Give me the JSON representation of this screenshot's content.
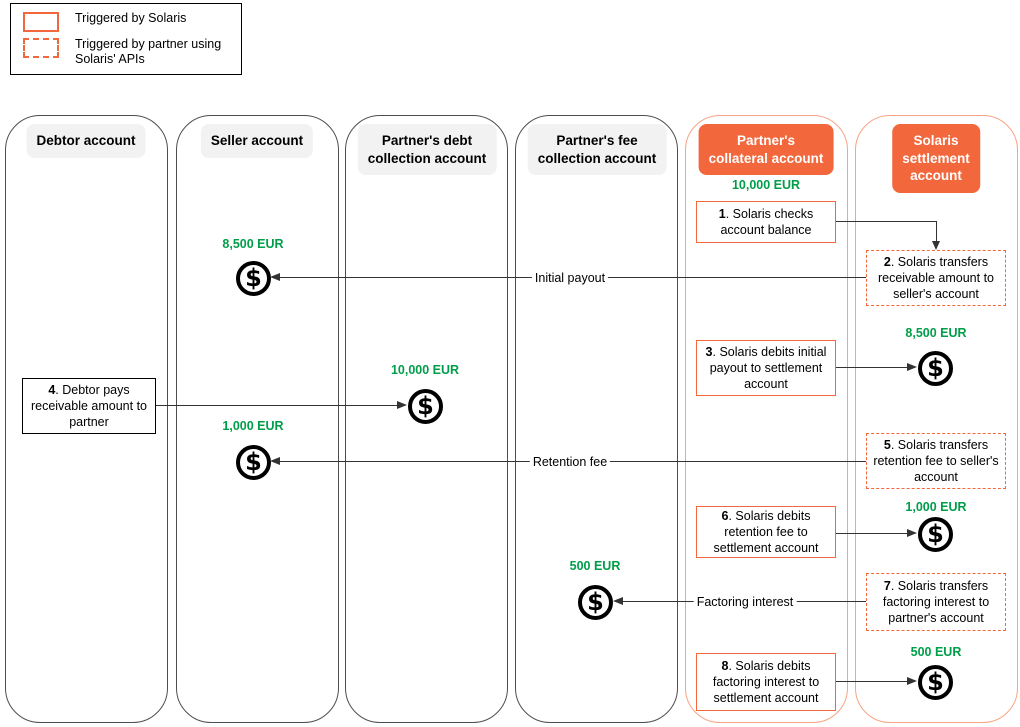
{
  "colors": {
    "accent_orange": "#F2673C",
    "lane_orange": "#F7A384",
    "amount_green": "#009E49",
    "header_gray": "#F2F2F2"
  },
  "legend": {
    "items": [
      {
        "style": "solid",
        "label": "Triggered by Solaris"
      },
      {
        "style": "dashed",
        "label": "Triggered by partner using Solaris' APIs"
      }
    ]
  },
  "lanes": [
    {
      "title": "Debtor account",
      "theme": "gray"
    },
    {
      "title": "Seller account",
      "theme": "gray"
    },
    {
      "title": "Partner's debt\ncollection account",
      "theme": "gray"
    },
    {
      "title": "Partner's fee\ncollection account",
      "theme": "gray"
    },
    {
      "title": "Partner's\ncollateral account",
      "theme": "orange"
    },
    {
      "title": "Solaris settlement\naccount",
      "theme": "orange"
    }
  ],
  "steps": [
    {
      "num": "1",
      "text": ". Solaris checks account balance",
      "trigger": "solaris"
    },
    {
      "num": "2",
      "text": ". Solaris transfers receivable amount to seller's account",
      "trigger": "partner"
    },
    {
      "num": "3",
      "text": ". Solaris debits initial payout to settlement account",
      "trigger": "solaris"
    },
    {
      "num": "4",
      "text": ". Debtor pays receivable amount to partner",
      "trigger": "debtor"
    },
    {
      "num": "5",
      "text": ". Solaris transfers retention fee to seller's account",
      "trigger": "partner"
    },
    {
      "num": "6",
      "text": ". Solaris debits retention fee to settlement account",
      "trigger": "solaris"
    },
    {
      "num": "7",
      "text": ". Solaris transfers factoring interest to partner's account",
      "trigger": "partner"
    },
    {
      "num": "8",
      "text": ". Solaris debits factoring interest to settlement account",
      "trigger": "solaris"
    }
  ],
  "amounts": [
    {
      "text": "8,500 EUR",
      "lane": "Seller account"
    },
    {
      "text": "1,000 EUR",
      "lane": "Seller account"
    },
    {
      "text": "10,000 EUR",
      "lane": "Partner's debt collection account"
    },
    {
      "text": "500 EUR",
      "lane": "Partner's fee collection account"
    },
    {
      "text": "10,000 EUR",
      "lane": "Partner's collateral account"
    },
    {
      "text": "8,500 EUR",
      "lane": "Solaris settlement account"
    },
    {
      "text": "1,000 EUR",
      "lane": "Solaris settlement account"
    },
    {
      "text": "500 EUR",
      "lane": "Solaris settlement account"
    }
  ],
  "flow_labels": {
    "initial_payout": "Initial payout",
    "retention_fee": "Retention fee",
    "factoring_interest": "Factoring interest"
  },
  "icons": {
    "dollar": "$"
  }
}
